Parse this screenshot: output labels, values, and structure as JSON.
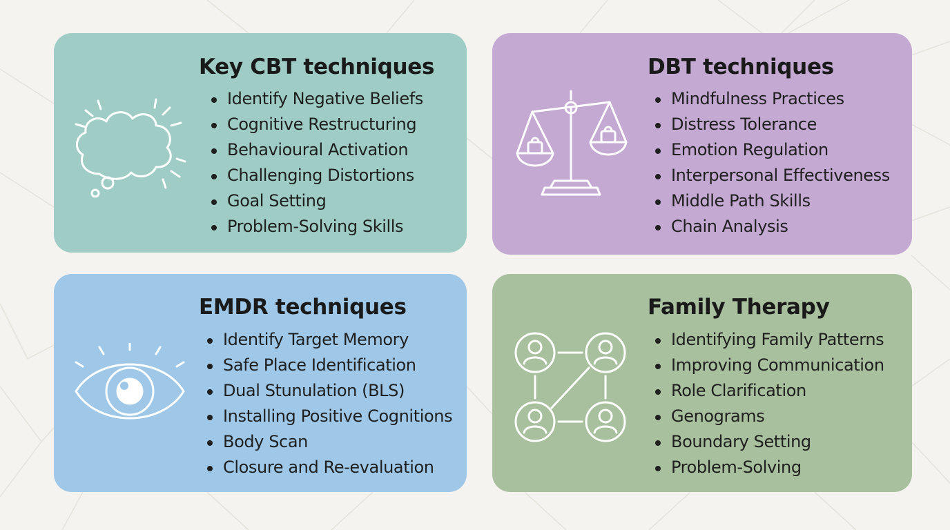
{
  "colors": {
    "background": "#f5f3ef",
    "cbt": "#9fcdc6",
    "dbt": "#c4a9d2",
    "emdr": "#9fc8e8",
    "family": "#a8c09e",
    "icon": "#ffffff"
  },
  "cards": {
    "cbt": {
      "icon": "thought-cloud-icon",
      "title": "Key CBT techniques",
      "items": [
        "Identify Negative Beliefs",
        "Cognitive Restructuring",
        "Behavioural Activation",
        "Challenging Distortions",
        "Goal Setting",
        "Problem-Solving Skills"
      ]
    },
    "dbt": {
      "icon": "balance-scale-icon",
      "title": "DBT techniques",
      "items": [
        "Mindfulness Practices",
        "Distress Tolerance",
        "Emotion Regulation",
        "Interpersonal Effectiveness",
        "Middle Path Skills",
        "Chain Analysis"
      ]
    },
    "emdr": {
      "icon": "eye-icon",
      "title": "EMDR techniques",
      "items": [
        "Identify Target Memory",
        "Safe Place Identification",
        "Dual Stunulation (BLS)",
        "Installing Positive Cognitions",
        "Body Scan",
        "Closure and Re-evaluation"
      ]
    },
    "family": {
      "icon": "family-network-icon",
      "title": "Family Therapy",
      "items": [
        "Identifying Family Patterns",
        "Improving Communication",
        "Role Clarification",
        "Genograms",
        "Boundary Setting",
        "Problem-Solving"
      ]
    }
  }
}
